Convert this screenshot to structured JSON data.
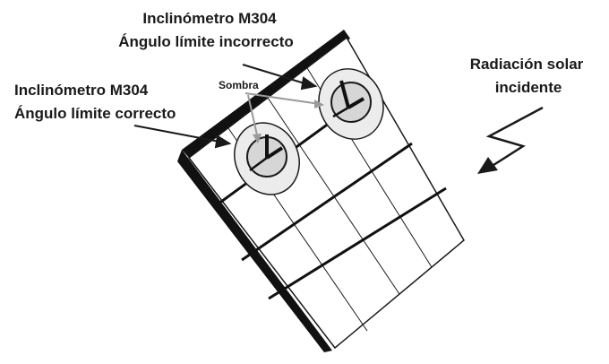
{
  "labels": {
    "top_line1": "Inclinómetro M304",
    "top_line2": "Ángulo límite incorrecto",
    "left_line1": "Inclinómetro M304",
    "left_line2": "Ángulo límite correcto",
    "shadow": "Sombra",
    "radiation_line1": "Radiación solar",
    "radiation_line2": "incidente"
  },
  "colors": {
    "ink": "#1a1a1a",
    "panel_frame": "#111111",
    "gauge_fill": "#dcdcdc",
    "gauge_ring": "#ececec",
    "shadow_arrow": "#9a9a9a"
  },
  "icons": {
    "gauge": "inclinometer-icon",
    "sun_ray": "lightning-arrow-icon"
  }
}
